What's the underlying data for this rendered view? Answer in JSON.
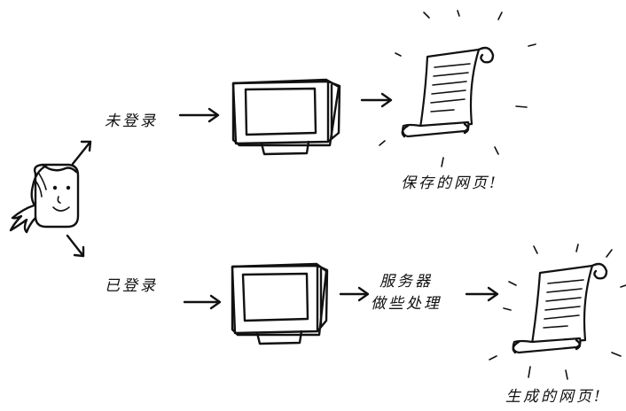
{
  "labels": {
    "not_logged_in": "未登录",
    "logged_in": "已登录",
    "saved_page": "保存的网页!",
    "server_processing_line1": "服务器",
    "server_processing_line2": "做些处理",
    "generated_page": "生成的网页!"
  },
  "icons": {
    "person": "person-icon",
    "monitor": "monitor-icon",
    "scroll": "scroll-document-icon",
    "arrow": "arrow-right-icon"
  },
  "colors": {
    "ink": "#111111",
    "background": "#ffffff"
  }
}
